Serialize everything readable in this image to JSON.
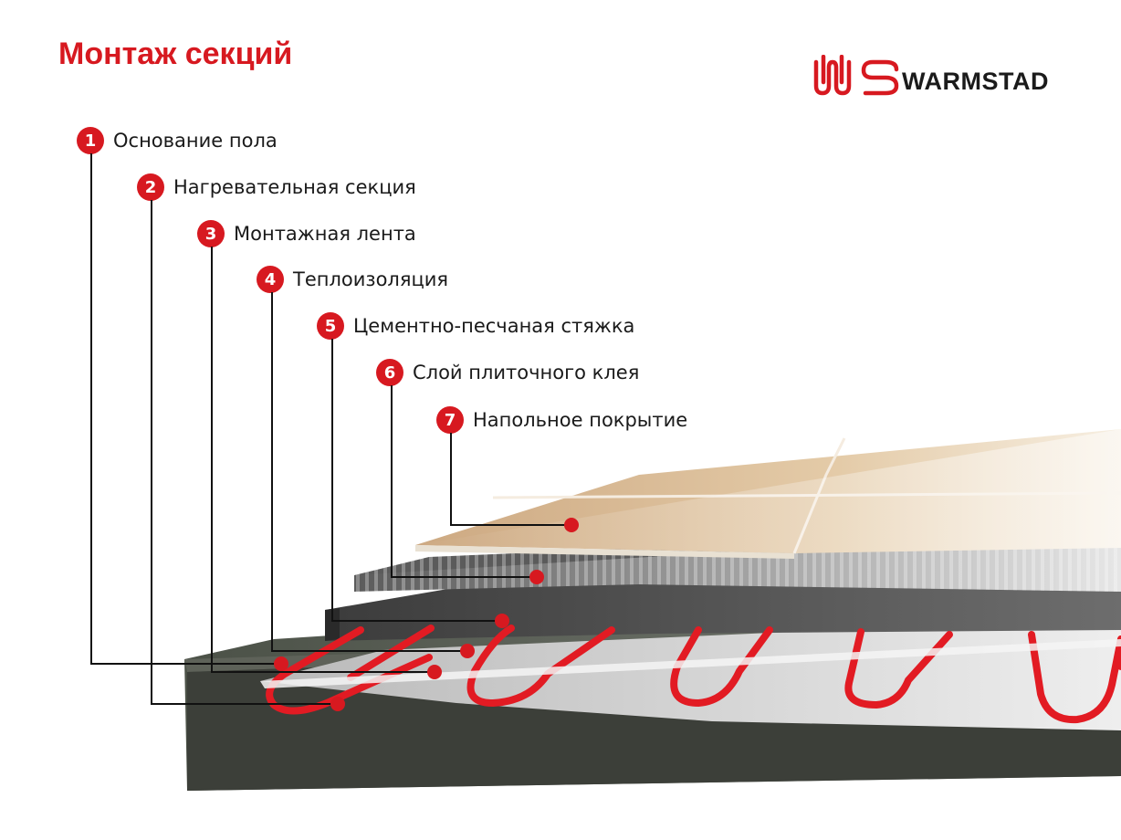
{
  "title": "Монтаж секций",
  "logo": {
    "name": "WARMSTAD",
    "initials": "WS"
  },
  "layers": [
    {
      "number": "1",
      "label": "Основание пола"
    },
    {
      "number": "2",
      "label": "Нагревательная секция"
    },
    {
      "number": "3",
      "label": "Монтажная лента"
    },
    {
      "number": "4",
      "label": "Теплоизоляция"
    },
    {
      "number": "5",
      "label": "Цементно-песчаная стяжка"
    },
    {
      "number": "6",
      "label": "Слой плиточного клея"
    },
    {
      "number": "7",
      "label": "Напольное покрытие"
    }
  ],
  "colors": {
    "accent": "#d71920",
    "text": "#1a1a1a",
    "cable": "#e21b23"
  }
}
